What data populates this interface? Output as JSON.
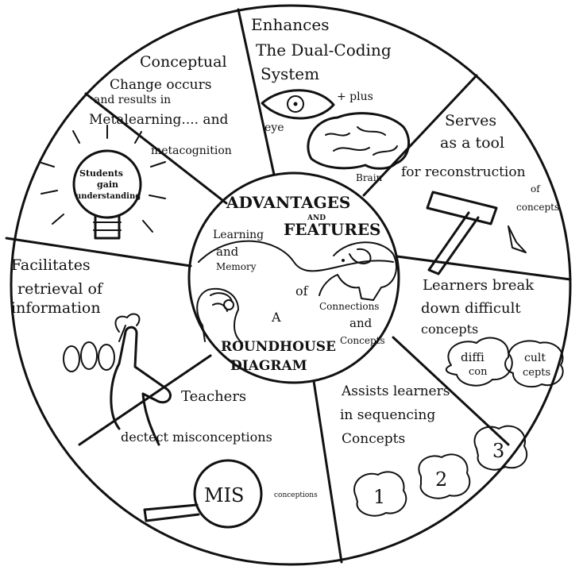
{
  "center": {
    "title_line1": "ADVANTAGES",
    "title_and": "AND",
    "title_line2": "FEATURES",
    "learning": "Learning",
    "and_memory": "and",
    "memory": "Memory",
    "of": "of",
    "a": "A",
    "connections": "Connections",
    "and2": "and",
    "concepts": "Concepts",
    "roundhouse": "ROUNDHOUSE",
    "diagram": "DIAGRAM"
  },
  "segments": {
    "dual_coding": {
      "line1": "Enhances",
      "line2": "The Dual-Coding",
      "line3": "System",
      "plus": "+ plus",
      "eye": "eye",
      "brain": "Brain"
    },
    "tool": {
      "line1": "Serves",
      "line2": "as a tool",
      "line3": "for reconstruction",
      "line4": "of",
      "line5": "concepts"
    },
    "break_down": {
      "line1": "Learners break",
      "line2": "down difficult",
      "line3": "concepts",
      "cloud1_a": "diffi",
      "cloud1_b": "con",
      "cloud2_a": "cult",
      "cloud2_b": "cepts"
    },
    "sequencing": {
      "line1": "Assists learners",
      "line2": "in sequencing",
      "line3": "Concepts",
      "n1": "1",
      "n2": "2",
      "n3": "3"
    },
    "misconceptions": {
      "line1": "Teachers",
      "line2": "dectect misconceptions",
      "mis": "MIS",
      "conceptions": "conceptions"
    },
    "retrieval": {
      "line1": "Facilitates",
      "line2": "retrieval of",
      "line3": "information"
    },
    "conceptual": {
      "line1": "Conceptual",
      "line2": "Change occurs",
      "line3": "and results in",
      "line4": "Metalearning.... and",
      "line5": "metacognition",
      "bulb1": "Students",
      "bulb2": "gain",
      "bulb3": "understanding"
    }
  }
}
